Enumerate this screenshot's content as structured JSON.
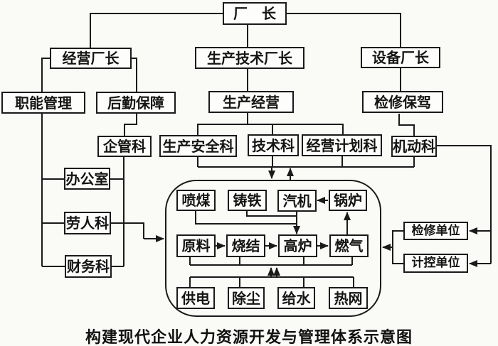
{
  "diagram": {
    "caption": "构建现代企业人力资源开发与管理体系示意图",
    "nodes": {
      "factory_director": "厂　长",
      "operations_deputy_director": "经营厂长",
      "production_tech_deputy_director": "生产技术厂长",
      "equipment_deputy_director": "设备厂长",
      "functional_management": "职能管理",
      "logistics_support": "后勤保障",
      "production_operation": "生产经营",
      "maintenance_escort": "检修保驾",
      "enterprise_mgmt_section": "企管科",
      "production_safety_section": "生产安全科",
      "technology_section": "技术科",
      "operation_planning_section": "经营计划科",
      "power_equipment_section": "机动科",
      "office": "办公室",
      "labor_personnel_section": "劳人科",
      "finance_section": "财务科",
      "coal_injection": "喷煤",
      "cast_iron": "铸铁",
      "steam_turbine": "汽机",
      "boiler": "锅炉",
      "raw_material": "原料",
      "sintering": "烧结",
      "blast_furnace": "高炉",
      "gas": "燃气",
      "power_supply": "供电",
      "dust_removal": "除尘",
      "water_supply": "给水",
      "heat_network": "热网",
      "maintenance_unit": "检修单位",
      "instrument_control_unit": "计控单位"
    },
    "colors": {
      "line": "#1a1a1a",
      "background": "#fafaf7",
      "box_bg": "#fdfdfb"
    }
  }
}
